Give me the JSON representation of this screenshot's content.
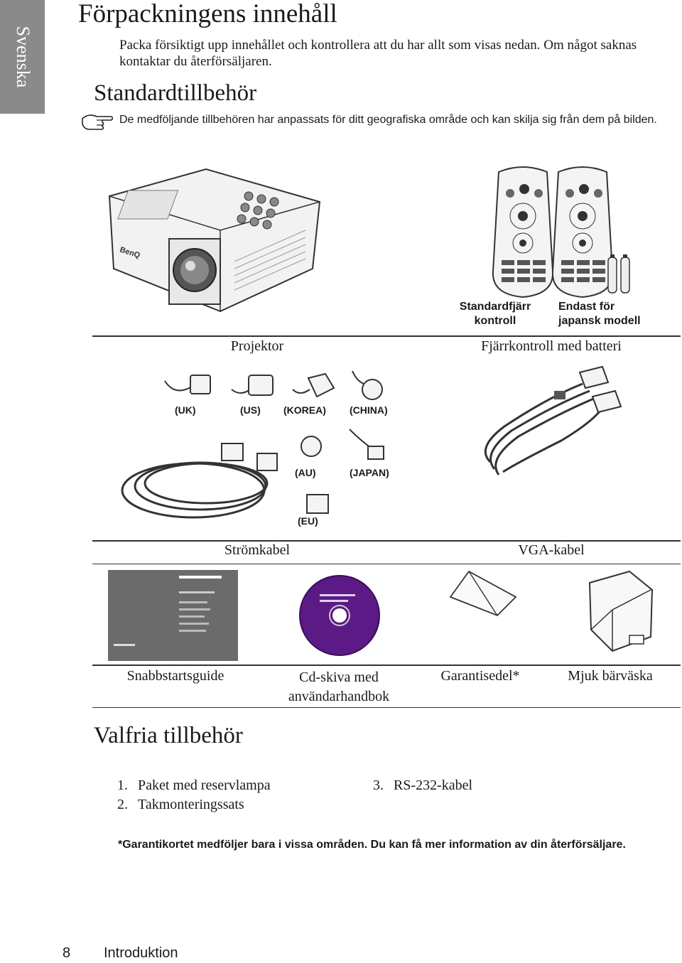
{
  "language_tab": "Svenska",
  "title": "Förpackningens innehåll",
  "intro": "Packa försiktigt upp innehållet och kontrollera att du har allt som visas nedan. Om något saknas kontaktar du återförsäljaren.",
  "standard": {
    "heading": "Standardtillbehör",
    "note": "De medföljande tillbehören har anpassats för ditt geografiska område och kan skilja sig från dem på bilden.",
    "projector_caption": "Projektor",
    "remote_std_label": "Standardfjärr kontroll",
    "remote_jp_label": "Endast för japansk modell",
    "remote_caption": "Fjärrkontroll med batteri",
    "plug_labels": [
      "(UK)",
      "(US)",
      "(KOREA)",
      "(CHINA)",
      "(AU)",
      "(JAPAN)",
      "(EU)"
    ],
    "power_caption": "Strömkabel",
    "vga_caption": "VGA-kabel",
    "guide_caption": "Snabbstartsguide",
    "cd_caption": "Cd-skiva med användarhandbok",
    "warranty_caption": "Garantisedel*",
    "bag_caption": "Mjuk bärväska",
    "brand": "BenQ"
  },
  "optional": {
    "heading": "Valfria tillbehör",
    "items": [
      {
        "num": "1.",
        "label": "Paket med reservlampa"
      },
      {
        "num": "2.",
        "label": "Takmonteringssats"
      },
      {
        "num": "3.",
        "label": "RS-232-kabel"
      }
    ]
  },
  "footnote": "*Garantikortet medföljer bara i vissa områden. Du kan få mer information av din återförsäljare.",
  "footer": {
    "page": "8",
    "section": "Introduktion"
  },
  "colors": {
    "tab": "#8a8a8a",
    "cd": "#5b1a86",
    "guide": "#6b6b6b"
  }
}
